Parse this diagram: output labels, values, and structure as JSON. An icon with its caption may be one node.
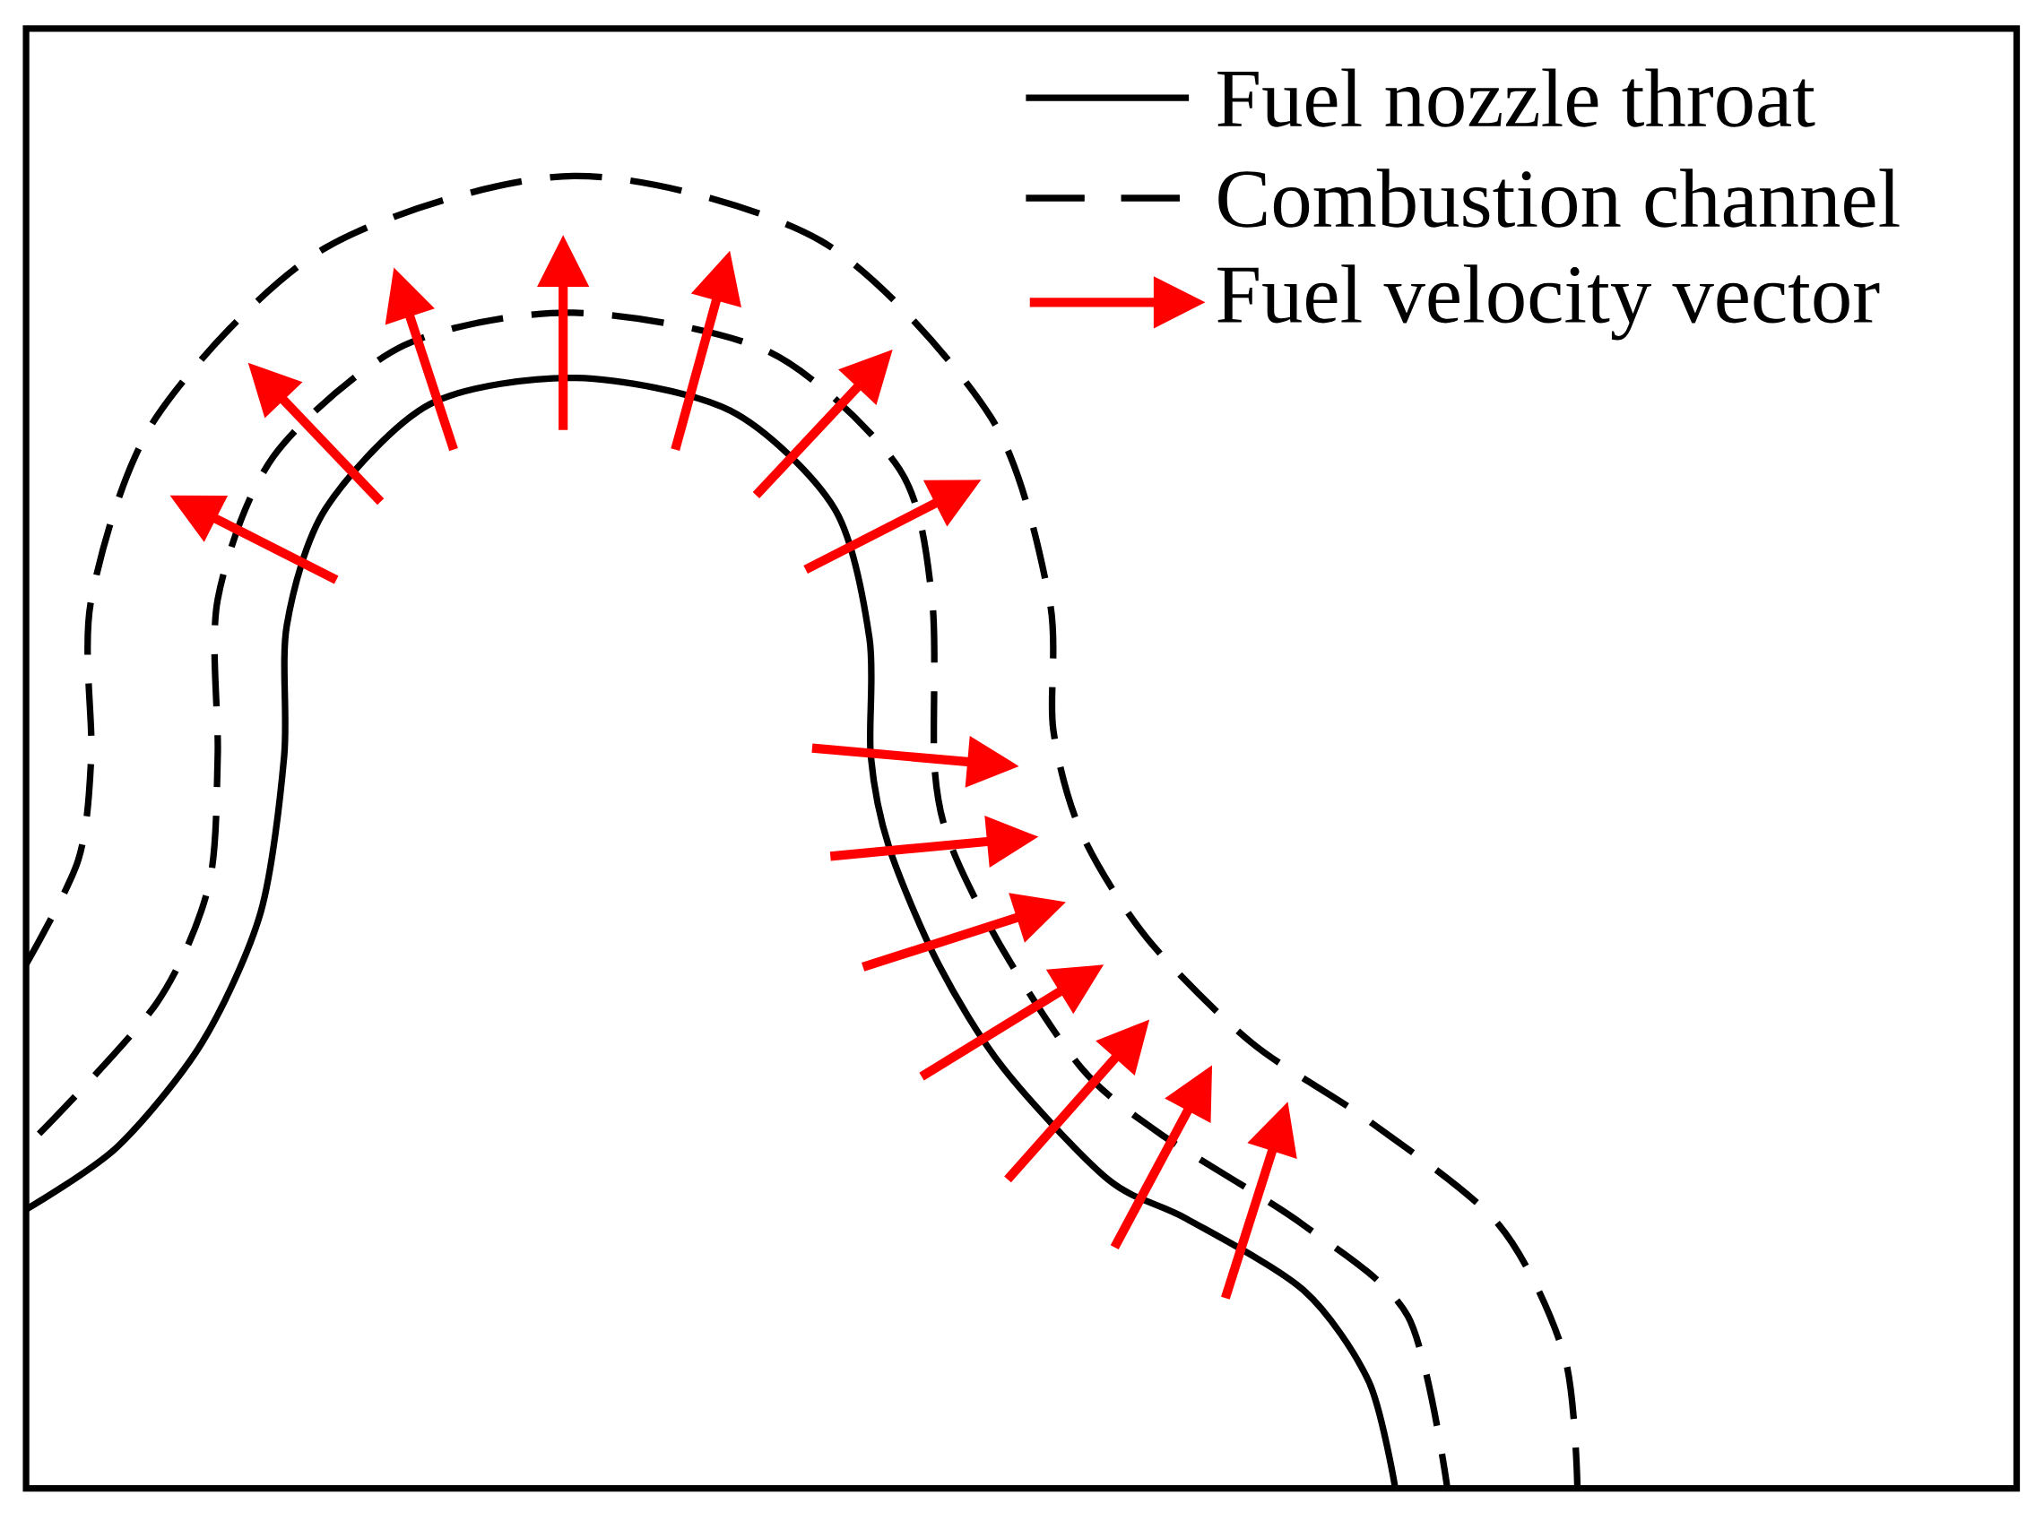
{
  "diagram": {
    "legend": [
      {
        "text": "Fuel nozzle throat"
      },
      {
        "text": "Combustion channel"
      },
      {
        "text": "Fuel velocity vector"
      }
    ]
  }
}
